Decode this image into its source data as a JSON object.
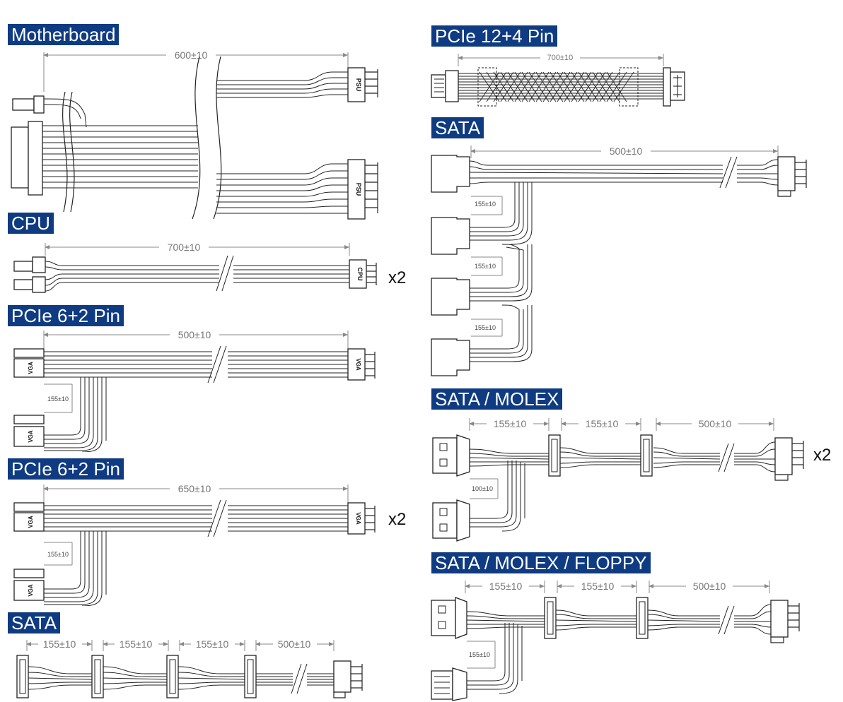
{
  "sections": {
    "motherboard": {
      "title": "Motherboard",
      "length": "600±10",
      "plug_label_a": "PSU",
      "plug_label_b": "PSU"
    },
    "cpu": {
      "title": "CPU",
      "length": "700±10",
      "plug_label": "CPU",
      "multiplier": "x2"
    },
    "pcie_a": {
      "title": "PCIe 6+2 Pin",
      "length": "500±10",
      "branch": "155±10",
      "plug_label": "VGA"
    },
    "pcie_b": {
      "title": "PCIe 6+2 Pin",
      "length": "650±10",
      "branch": "155±10",
      "plug_label": "VGA",
      "multiplier": "x2"
    },
    "sata_bottom": {
      "title": "SATA",
      "seg1": "155±10",
      "seg2": "155±10",
      "seg3": "155±10",
      "seg4": "500±10"
    },
    "pcie_12_4": {
      "title": "PCIe 12+4 Pin",
      "length": "700±10"
    },
    "sata_right": {
      "title": "SATA",
      "length": "500±10",
      "branch1": "155±10",
      "branch2": "155±10",
      "branch3": "155±10"
    },
    "sata_molex": {
      "title": "SATA / MOLEX",
      "seg1": "155±10",
      "seg2": "155±10",
      "seg3": "500±10",
      "branch": "100±10",
      "multiplier": "x2"
    },
    "sata_molex_floppy": {
      "title": "SATA / MOLEX / FLOPPY",
      "seg1": "155±10",
      "seg2": "155±10",
      "seg3": "500±10",
      "branch": "155±10"
    }
  },
  "colors": {
    "header_bg": "#0f3b82",
    "header_text": "#ffffff",
    "line": "#222222",
    "dim": "#888888"
  }
}
